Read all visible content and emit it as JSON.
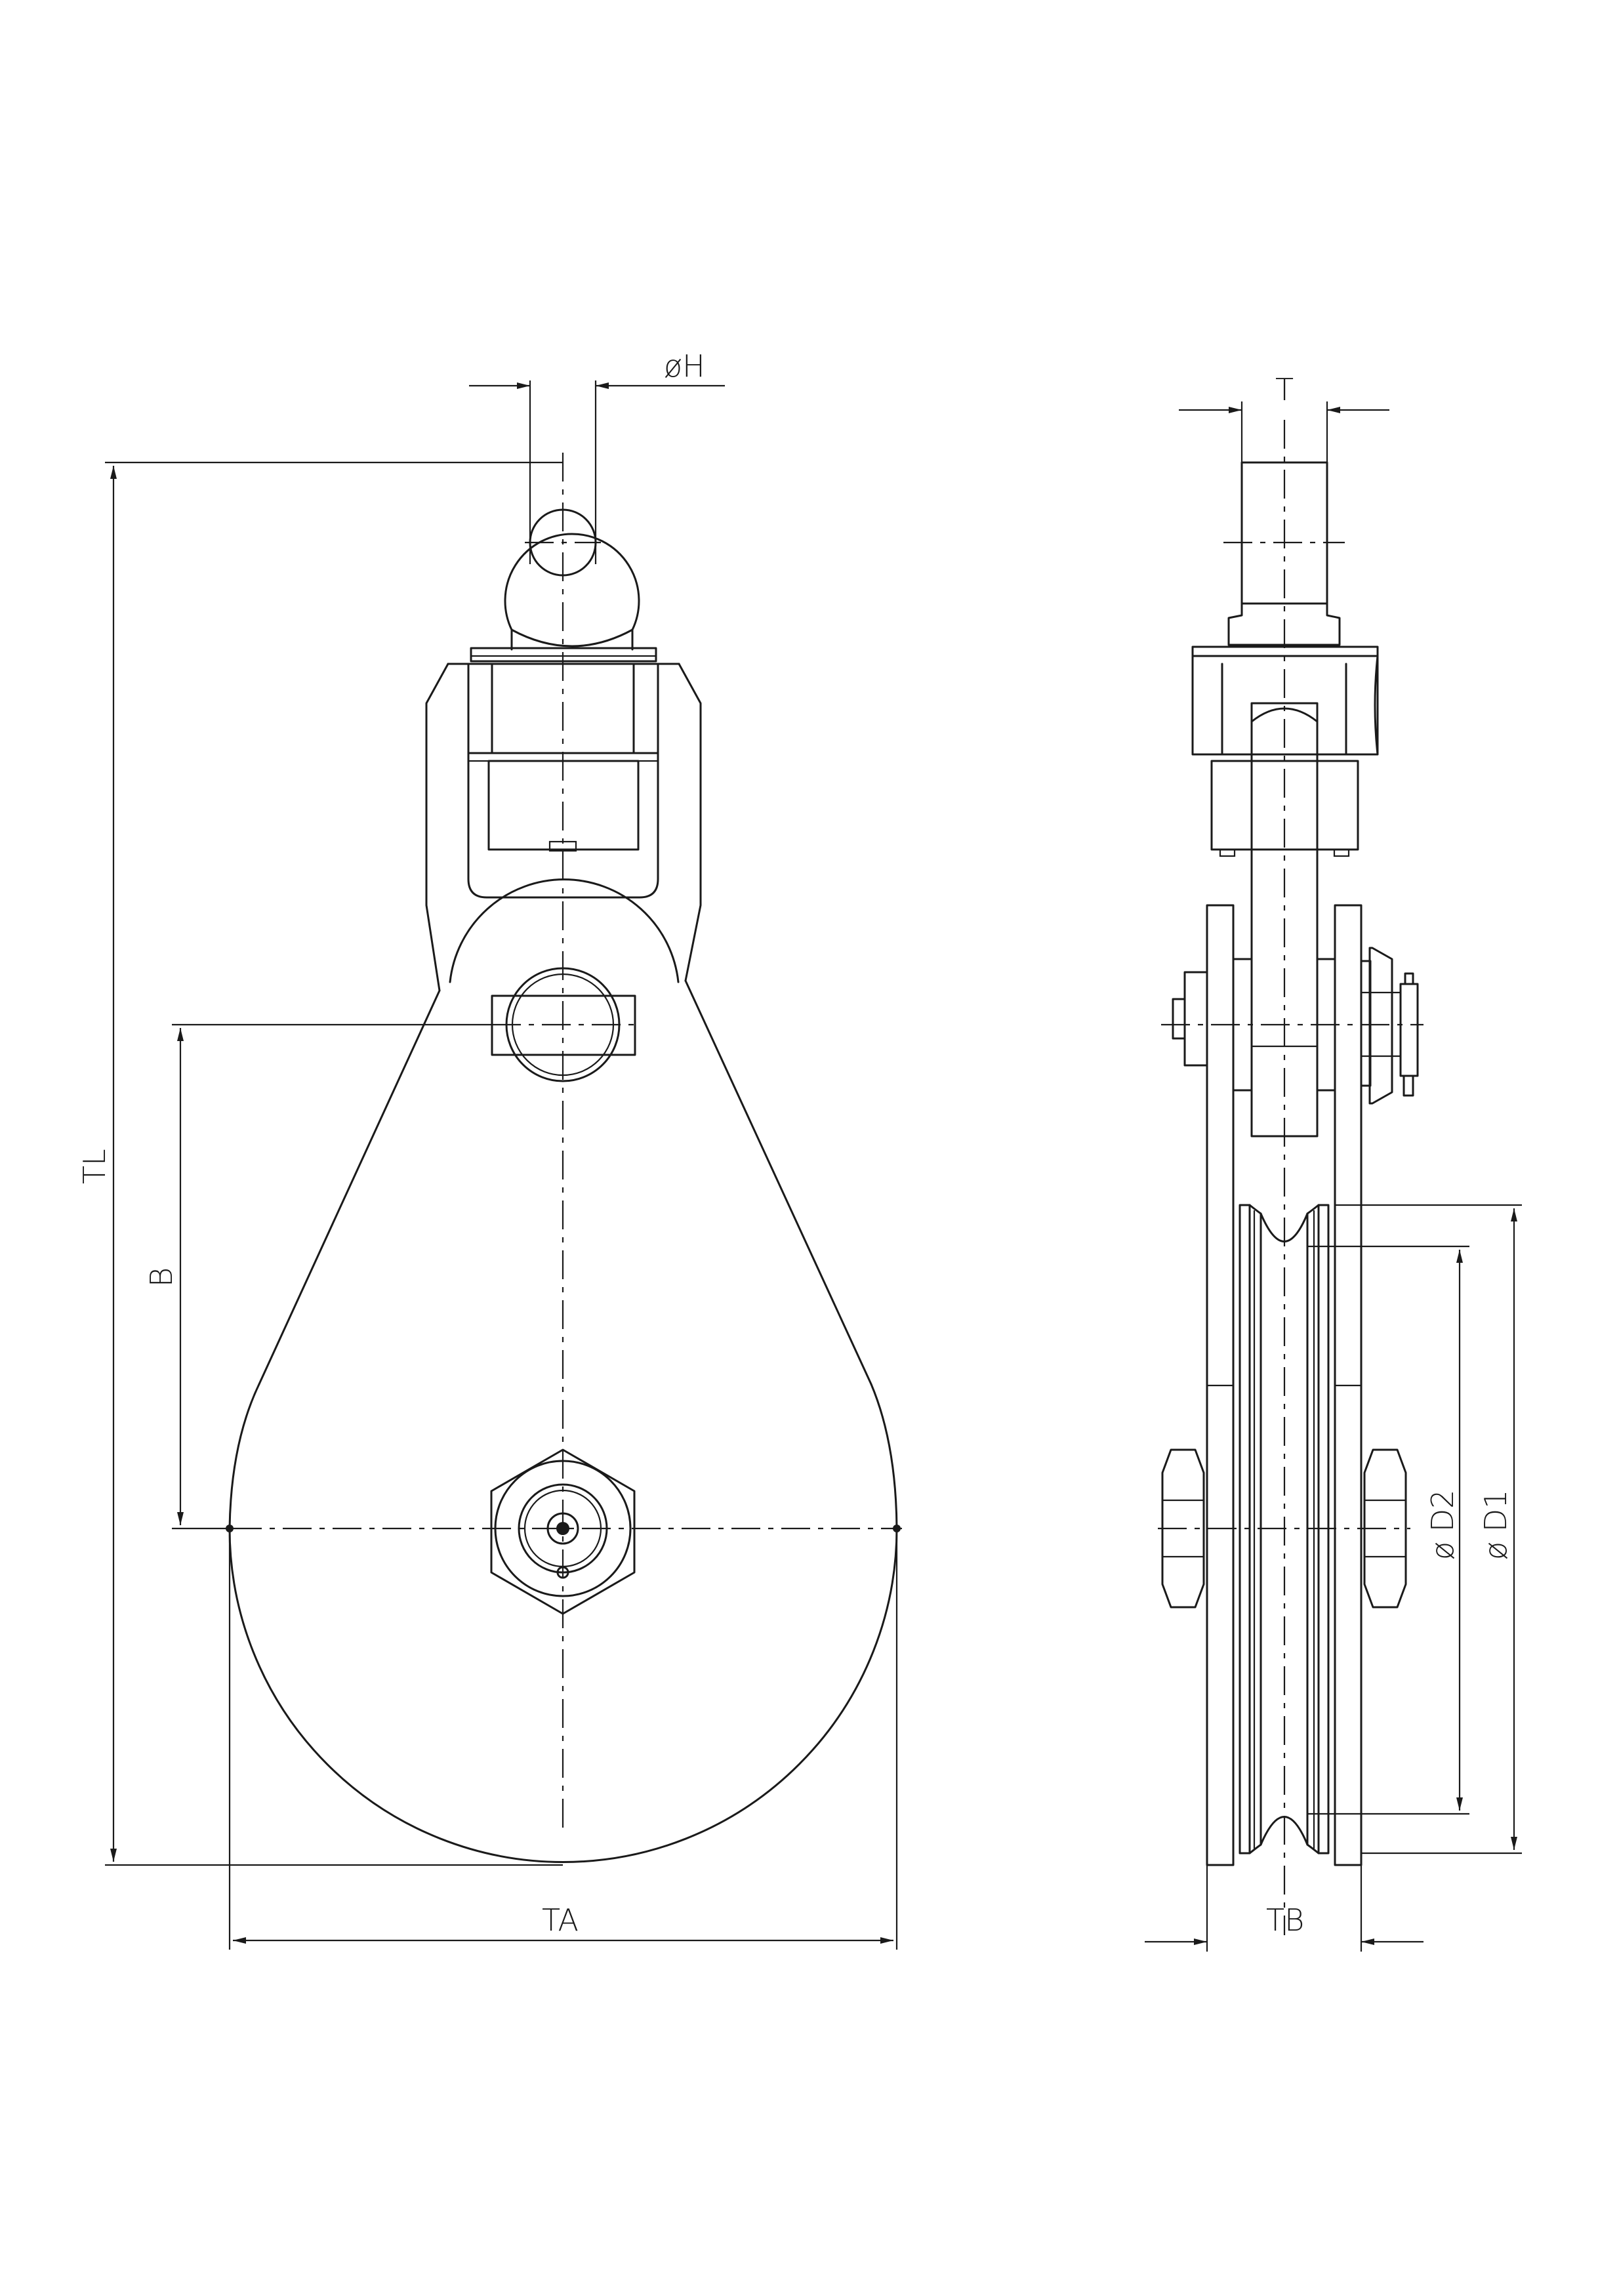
{
  "drawing": {
    "dimension_labels": {
      "hole_diameter": "øH",
      "tang_thickness": "T",
      "total_length": "TL",
      "pin_distance": "B",
      "total_width": "TA",
      "total_thickness": "TB",
      "root_diameter": "ø D2",
      "outer_diameter": "ø D1"
    }
  }
}
